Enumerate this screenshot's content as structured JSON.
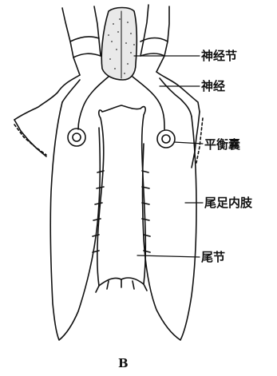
{
  "figure": {
    "labels": {
      "ganglion": "神经节",
      "nerve": "神经",
      "statocyst": "平衡囊",
      "uropod_endopod": "尾足内肢",
      "telson": "尾节"
    },
    "caption": "B"
  }
}
